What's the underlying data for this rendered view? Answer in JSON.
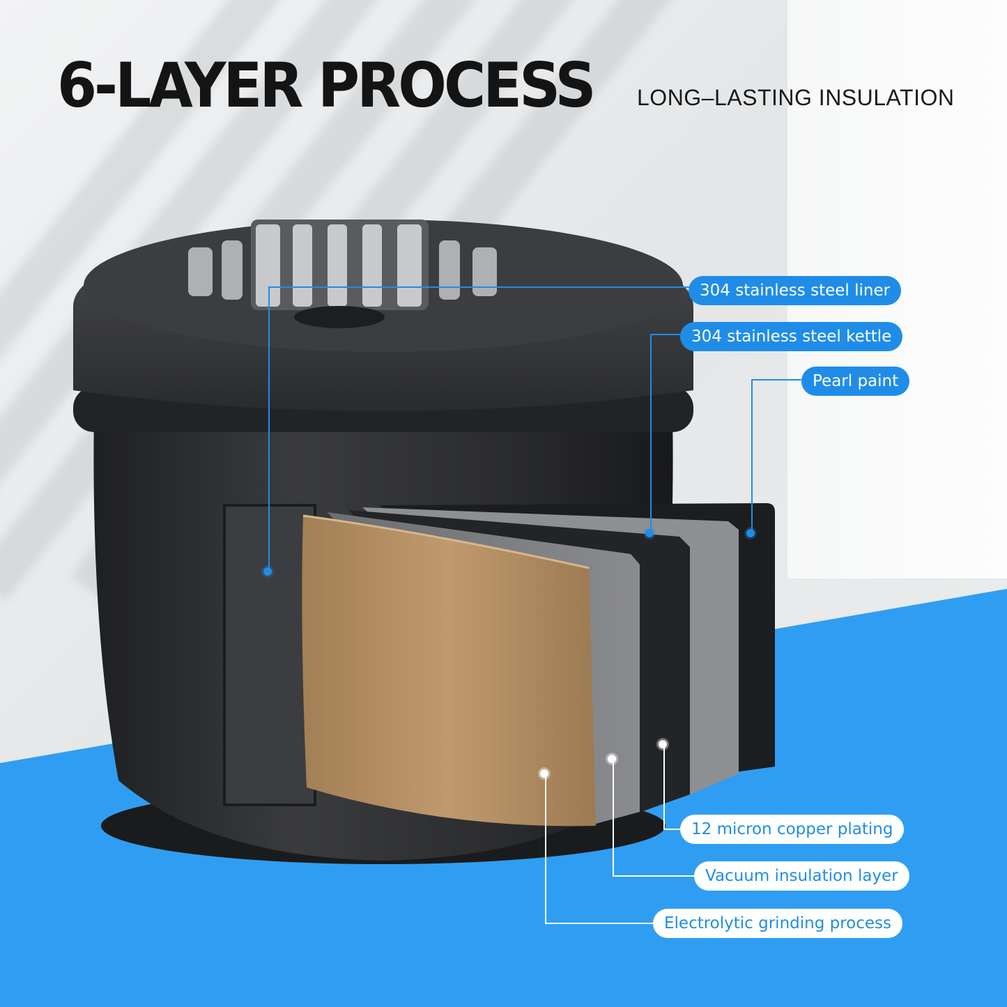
{
  "header": {
    "title": "6-LAYER PROCESS",
    "subtitle": "LONG–LASTING INSULATION"
  },
  "layers_top": [
    {
      "label": "304 stainless steel liner"
    },
    {
      "label": "304 stainless steel kettle"
    },
    {
      "label": "Pearl paint"
    }
  ],
  "layers_bottom": [
    {
      "label": "12 micron copper plating"
    },
    {
      "label": "Vacuum insulation layer"
    },
    {
      "label": "Electrolytic grinding process"
    }
  ],
  "colors": {
    "accent_blue": "#1f8de8",
    "floor_blue": "#2f9ef2",
    "product_black": "#2a2b2d",
    "copper": "#b08a5f"
  }
}
